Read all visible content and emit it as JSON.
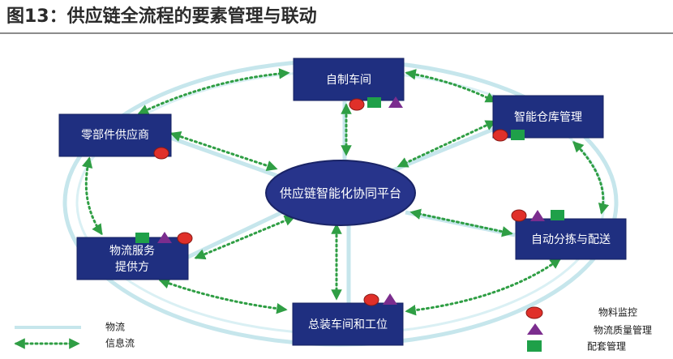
{
  "figure": {
    "title": "图13：供应链全流程的要素管理与联动"
  },
  "hub": {
    "label": "供应链智能化协同平台"
  },
  "nodes": {
    "workshop": {
      "label": "自制车间"
    },
    "warehouse": {
      "label": "智能仓库管理"
    },
    "sorting": {
      "label": "自动分拣与配送"
    },
    "assembly": {
      "label": "总装车间和工位"
    },
    "logistics": {
      "label_line1": "物流服务",
      "label_line2": "提供方"
    },
    "supplier": {
      "label": "零部件供应商"
    }
  },
  "legend": {
    "physical_flow": "物流",
    "info_flow": "信息流",
    "material_monitor": "物料监控",
    "quality_mgmt": "物流质量管理",
    "kit_mgmt": "配套管理"
  },
  "colors": {
    "box_fill": "#1f2f80",
    "hub_fill": "#27348b",
    "physical_flow": "#c6e6ec",
    "info_flow": "#2f9e44",
    "monitor_red": "#e0302a",
    "quality_purple": "#7b2d8e",
    "kit_green": "#1fa049"
  }
}
